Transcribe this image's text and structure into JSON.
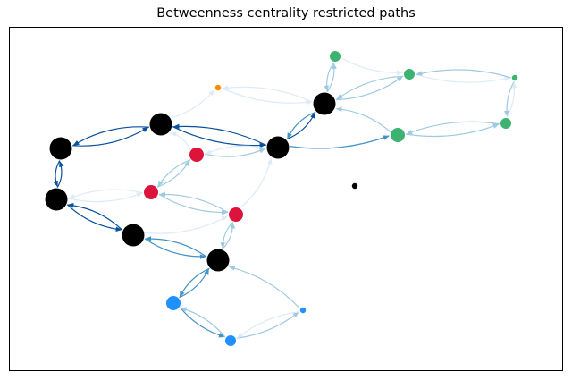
{
  "title": "Betweenness centrality restricted paths",
  "colors": {
    "black": "#000000",
    "red": "#dc143c",
    "green": "#3cb371",
    "blue": "#1e90ff",
    "orange": "#ff8c00",
    "edge_dark": "#08519c",
    "edge_mid": "#4292c6",
    "edge_light": "#9ecae1",
    "edge_faint": "#deebf7"
  },
  "nodes": [
    {
      "id": "A",
      "color": "black",
      "size": "large"
    },
    {
      "id": "B",
      "color": "black",
      "size": "large"
    },
    {
      "id": "C",
      "color": "black",
      "size": "large"
    },
    {
      "id": "D",
      "color": "black",
      "size": "large"
    },
    {
      "id": "E",
      "color": "black",
      "size": "large"
    },
    {
      "id": "F",
      "color": "black",
      "size": "large"
    },
    {
      "id": "G",
      "color": "black",
      "size": "large"
    },
    {
      "id": "H",
      "color": "red",
      "size": "medium"
    },
    {
      "id": "I",
      "color": "red",
      "size": "medium"
    },
    {
      "id": "J",
      "color": "red",
      "size": "medium"
    },
    {
      "id": "K",
      "color": "orange",
      "size": "tiny"
    },
    {
      "id": "L",
      "color": "green",
      "size": "small"
    },
    {
      "id": "M",
      "color": "green",
      "size": "small"
    },
    {
      "id": "N",
      "color": "green",
      "size": "tiny"
    },
    {
      "id": "O",
      "color": "green",
      "size": "small"
    },
    {
      "id": "P",
      "color": "green",
      "size": "medium"
    },
    {
      "id": "Q",
      "color": "blue",
      "size": "medium"
    },
    {
      "id": "R",
      "color": "blue",
      "size": "small"
    },
    {
      "id": "S",
      "color": "blue",
      "size": "tiny"
    },
    {
      "id": "T",
      "color": "black",
      "size": "tiny"
    }
  ],
  "edges": [
    {
      "from": "A",
      "to": "B",
      "shade": "edge_dark"
    },
    {
      "from": "B",
      "to": "A",
      "shade": "edge_dark"
    },
    {
      "from": "A",
      "to": "C",
      "shade": "edge_dark"
    },
    {
      "from": "C",
      "to": "A",
      "shade": "edge_dark"
    },
    {
      "from": "B",
      "to": "D",
      "shade": "edge_dark"
    },
    {
      "from": "D",
      "to": "B",
      "shade": "edge_dark"
    },
    {
      "from": "C",
      "to": "E",
      "shade": "edge_dark"
    },
    {
      "from": "E",
      "to": "C",
      "shade": "edge_dark"
    },
    {
      "from": "D",
      "to": "F",
      "shade": "edge_dark"
    },
    {
      "from": "F",
      "to": "D",
      "shade": "edge_mid"
    },
    {
      "from": "E",
      "to": "G",
      "shade": "edge_mid"
    },
    {
      "from": "G",
      "to": "E",
      "shade": "edge_mid"
    },
    {
      "from": "G",
      "to": "Q",
      "shade": "edge_mid"
    },
    {
      "from": "Q",
      "to": "G",
      "shade": "edge_mid"
    },
    {
      "from": "Q",
      "to": "R",
      "shade": "edge_mid"
    },
    {
      "from": "R",
      "to": "Q",
      "shade": "edge_light"
    },
    {
      "from": "R",
      "to": "S",
      "shade": "edge_light"
    },
    {
      "from": "S",
      "to": "R",
      "shade": "edge_faint"
    },
    {
      "from": "S",
      "to": "G",
      "shade": "edge_light"
    },
    {
      "from": "G",
      "to": "J",
      "shade": "edge_light"
    },
    {
      "from": "J",
      "to": "G",
      "shade": "edge_light"
    },
    {
      "from": "J",
      "to": "I",
      "shade": "edge_light"
    },
    {
      "from": "I",
      "to": "J",
      "shade": "edge_light"
    },
    {
      "from": "I",
      "to": "H",
      "shade": "edge_light"
    },
    {
      "from": "H",
      "to": "I",
      "shade": "edge_light"
    },
    {
      "from": "H",
      "to": "D",
      "shade": "edge_light"
    },
    {
      "from": "D",
      "to": "H",
      "shade": "edge_faint"
    },
    {
      "from": "H",
      "to": "B",
      "shade": "edge_faint"
    },
    {
      "from": "B",
      "to": "K",
      "shade": "edge_faint"
    },
    {
      "from": "K",
      "to": "F",
      "shade": "edge_faint"
    },
    {
      "from": "F",
      "to": "K",
      "shade": "edge_faint"
    },
    {
      "from": "C",
      "to": "I",
      "shade": "edge_faint"
    },
    {
      "from": "I",
      "to": "C",
      "shade": "edge_faint"
    },
    {
      "from": "E",
      "to": "J",
      "shade": "edge_faint"
    },
    {
      "from": "J",
      "to": "D",
      "shade": "edge_faint"
    },
    {
      "from": "D",
      "to": "P",
      "shade": "edge_mid"
    },
    {
      "from": "P",
      "to": "F",
      "shade": "edge_light"
    },
    {
      "from": "F",
      "to": "L",
      "shade": "edge_light"
    },
    {
      "from": "L",
      "to": "F",
      "shade": "edge_light"
    },
    {
      "from": "F",
      "to": "M",
      "shade": "edge_light"
    },
    {
      "from": "M",
      "to": "F",
      "shade": "edge_light"
    },
    {
      "from": "L",
      "to": "M",
      "shade": "edge_faint"
    },
    {
      "from": "M",
      "to": "N",
      "shade": "edge_faint"
    },
    {
      "from": "N",
      "to": "M",
      "shade": "edge_light"
    },
    {
      "from": "N",
      "to": "O",
      "shade": "edge_light"
    },
    {
      "from": "O",
      "to": "N",
      "shade": "edge_faint"
    },
    {
      "from": "O",
      "to": "P",
      "shade": "edge_light"
    },
    {
      "from": "P",
      "to": "O",
      "shade": "edge_light"
    }
  ]
}
